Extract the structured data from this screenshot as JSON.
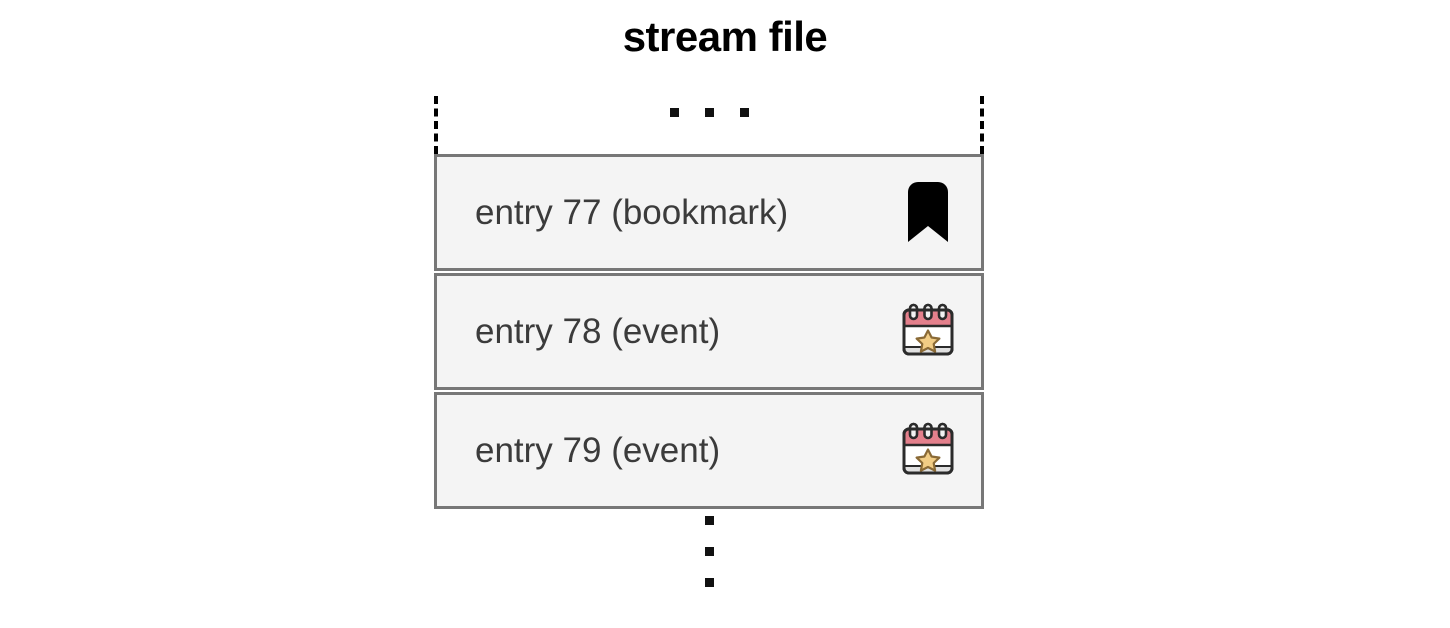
{
  "diagram": {
    "title": "stream file",
    "top_continuation": {
      "icon": "horizontal-ellipsis-icon",
      "dot_count": 3,
      "edge_style": "dashed"
    },
    "bottom_continuation": {
      "icon": "vertical-ellipsis-icon",
      "dot_count": 3
    },
    "entries": [
      {
        "label": "entry 77 (bookmark)",
        "kind": "bookmark",
        "icon": "bookmark-icon"
      },
      {
        "label": "entry 78 (event)",
        "kind": "event",
        "icon": "calendar-star-icon"
      },
      {
        "label": "entry 79 (event)",
        "kind": "event",
        "icon": "calendar-star-icon"
      }
    ],
    "colors": {
      "background": "#ffffff",
      "title_text": "#000000",
      "entry_text": "#3b3b3b",
      "entry_fill": "#f4f4f4",
      "entry_border": "#777777",
      "dash_line": "#000000",
      "dot": "#111111",
      "bookmark": "#000000",
      "calendar_outline": "#2b2b2b",
      "calendar_band": "#e4808c",
      "calendar_body": "#ffffff",
      "calendar_footer": "#e0e0e0",
      "star_fill": "#f2cd85",
      "star_outline": "#8a6a36"
    }
  }
}
